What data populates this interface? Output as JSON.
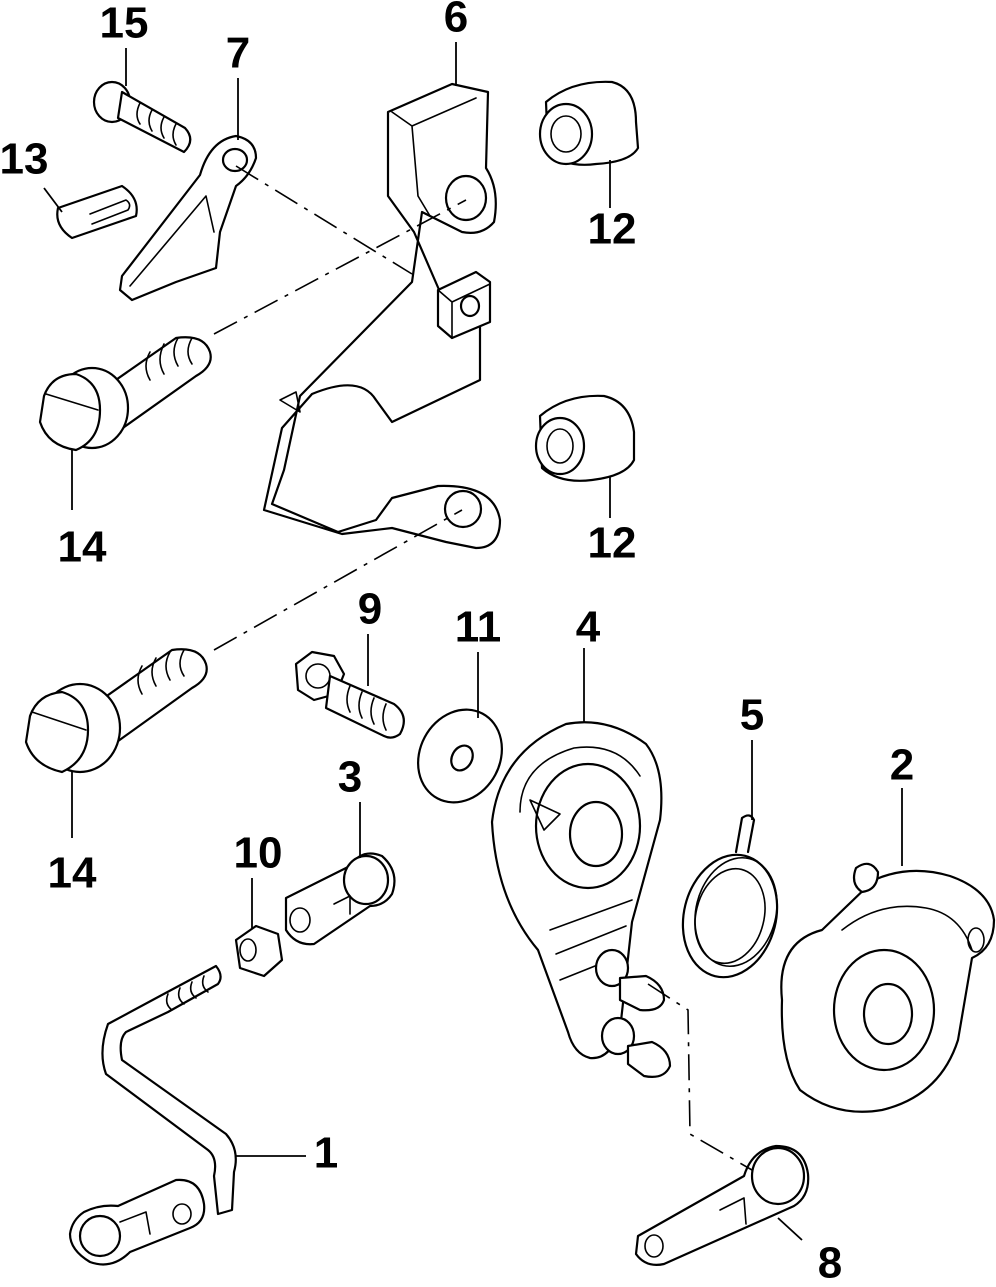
{
  "callouts": {
    "c1": "1",
    "c2": "2",
    "c3": "3",
    "c4": "4",
    "c5": "5",
    "c6": "6",
    "c7": "7",
    "c8": "8",
    "c9": "9",
    "c10": "10",
    "c11": "11",
    "c12a": "12",
    "c12b": "12",
    "c13": "13",
    "c14a": "14",
    "c14b": "14",
    "c15": "15"
  }
}
